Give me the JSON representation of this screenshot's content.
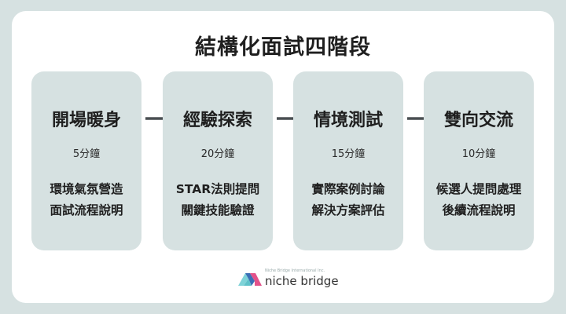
{
  "title": "結構化面試四階段",
  "stages": [
    {
      "name": "開場暖身",
      "duration": "5分鐘",
      "desc": [
        "環境氣氛營造",
        "面試流程說明"
      ]
    },
    {
      "name": "經驗探索",
      "duration": "20分鐘",
      "desc": [
        "STAR法則提問",
        "關鍵技能驗證"
      ]
    },
    {
      "name": "情境測試",
      "duration": "15分鐘",
      "desc": [
        "實際案例討論",
        "解決方案評估"
      ]
    },
    {
      "name": "雙向交流",
      "duration": "10分鐘",
      "desc": [
        "候選人提問處理",
        "後續流程說明"
      ]
    }
  ],
  "logo": {
    "tagline": "Niche Bridge International Inc.",
    "brand": "niche bridge"
  },
  "colors": {
    "background": "#d6e1e1",
    "card": "#d6e1e1",
    "panel": "#ffffff",
    "arrow": "#4a4f52"
  }
}
